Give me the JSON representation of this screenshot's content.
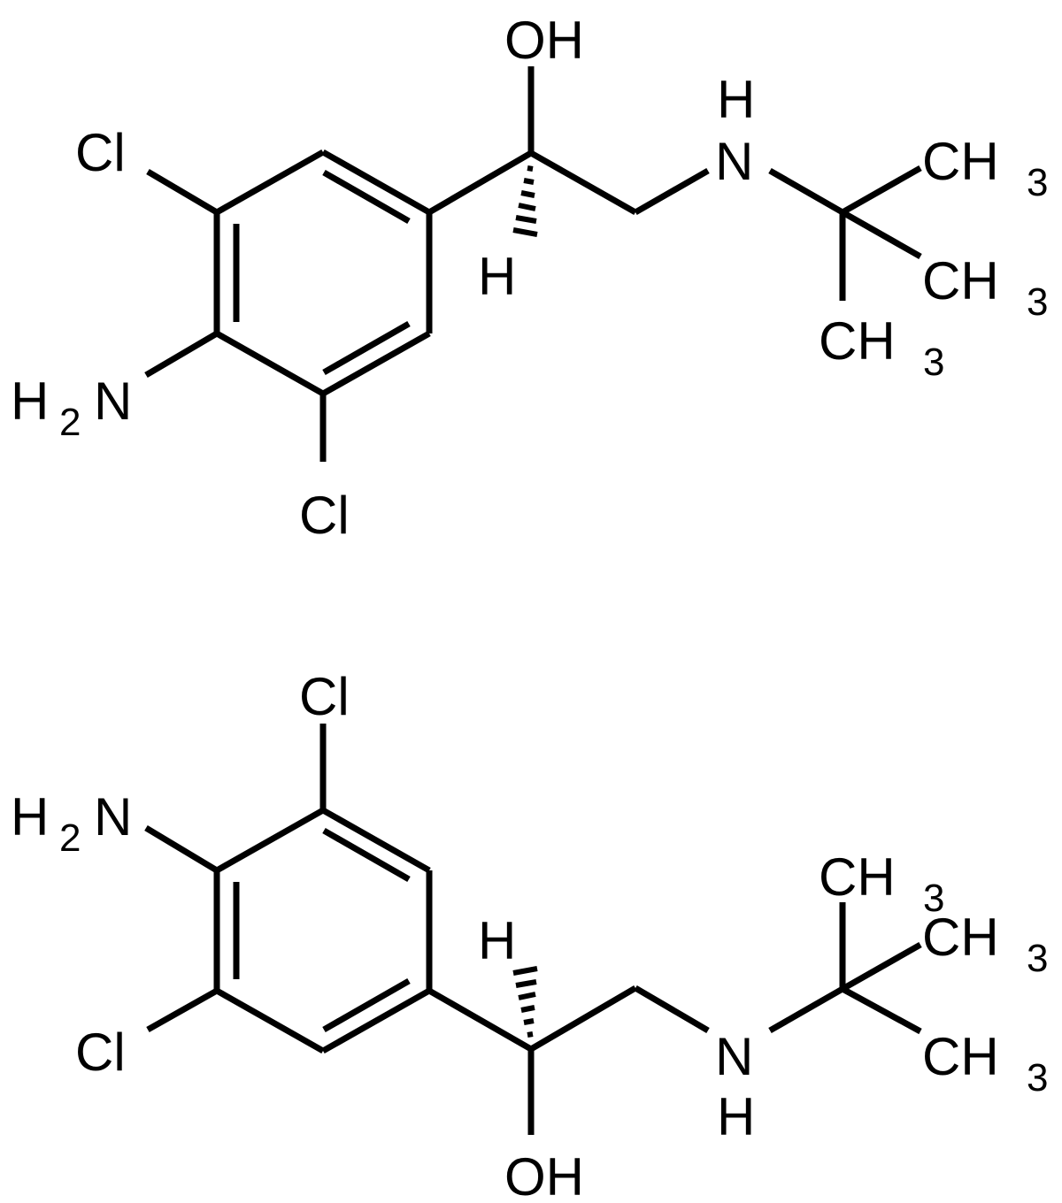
{
  "diagram": {
    "type": "chemical-structure",
    "molecules": [
      {
        "name": "enantiomer-top",
        "labels": {
          "cl_upper": "Cl",
          "cl_lower": "Cl",
          "amine_h": "H",
          "amine_sub": "2",
          "amine_n": "N",
          "hydroxyl": "OH",
          "stereo_h": "H",
          "nh_n": "N",
          "nh_h": "H",
          "methyl_1_c": "CH",
          "methyl_1_sub": "3",
          "methyl_2_c": "CH",
          "methyl_2_sub": "3",
          "methyl_3_c": "CH",
          "methyl_3_sub": "3"
        }
      },
      {
        "name": "enantiomer-bottom",
        "labels": {
          "cl_upper": "Cl",
          "cl_lower": "Cl",
          "amine_h": "H",
          "amine_sub": "2",
          "amine_n": "N",
          "hydroxyl": "OH",
          "stereo_h": "H",
          "nh_n": "N",
          "nh_h": "H",
          "methyl_1_c": "CH",
          "methyl_1_sub": "3",
          "methyl_2_c": "CH",
          "methyl_2_sub": "3",
          "methyl_3_c": "CH",
          "methyl_3_sub": "3"
        }
      }
    ],
    "colors": {
      "ink": "#000000",
      "background": "#ffffff"
    }
  }
}
